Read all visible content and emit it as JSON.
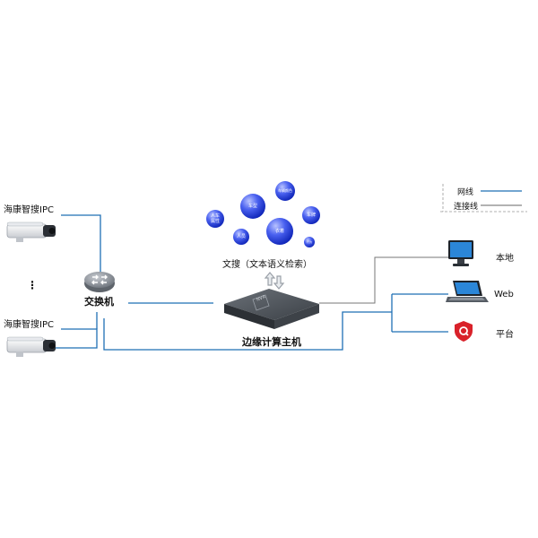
{
  "legend": {
    "network_line": "网线",
    "connection_line": "连接线",
    "network_color": "#1f6fb5",
    "connection_color": "#555555"
  },
  "cameras": [
    {
      "label": "海康智搜IPC"
    },
    {
      "label": "海康智搜IPC"
    }
  ],
  "camera_ellipsis": "⋮",
  "switch": {
    "label": "交换机"
  },
  "edge_host": {
    "label": "边缘计算主机",
    "device_mark": "NVR"
  },
  "text_search": {
    "label": "文搜（文本语义检索）",
    "bubbles": [
      {
        "text": "人车\n属性"
      },
      {
        "text": "车型"
      },
      {
        "text": "车辆颜色"
      },
      {
        "text": "人员"
      },
      {
        "text": "衣着"
      },
      {
        "text": "车牌"
      },
      {
        "text": "行为"
      }
    ]
  },
  "clients": [
    {
      "label": "本地",
      "icon": "monitor-icon"
    },
    {
      "label": "Web",
      "icon": "laptop-icon"
    },
    {
      "label": "平台",
      "icon": "platform-shield-icon"
    }
  ],
  "colors": {
    "network": "#1f6fb5",
    "connection": "#666666",
    "bubble_dark": "#1230c8",
    "bubble_light": "#9aa9ff",
    "host_body": "#4a4f55",
    "platform_red": "#d9222a"
  }
}
